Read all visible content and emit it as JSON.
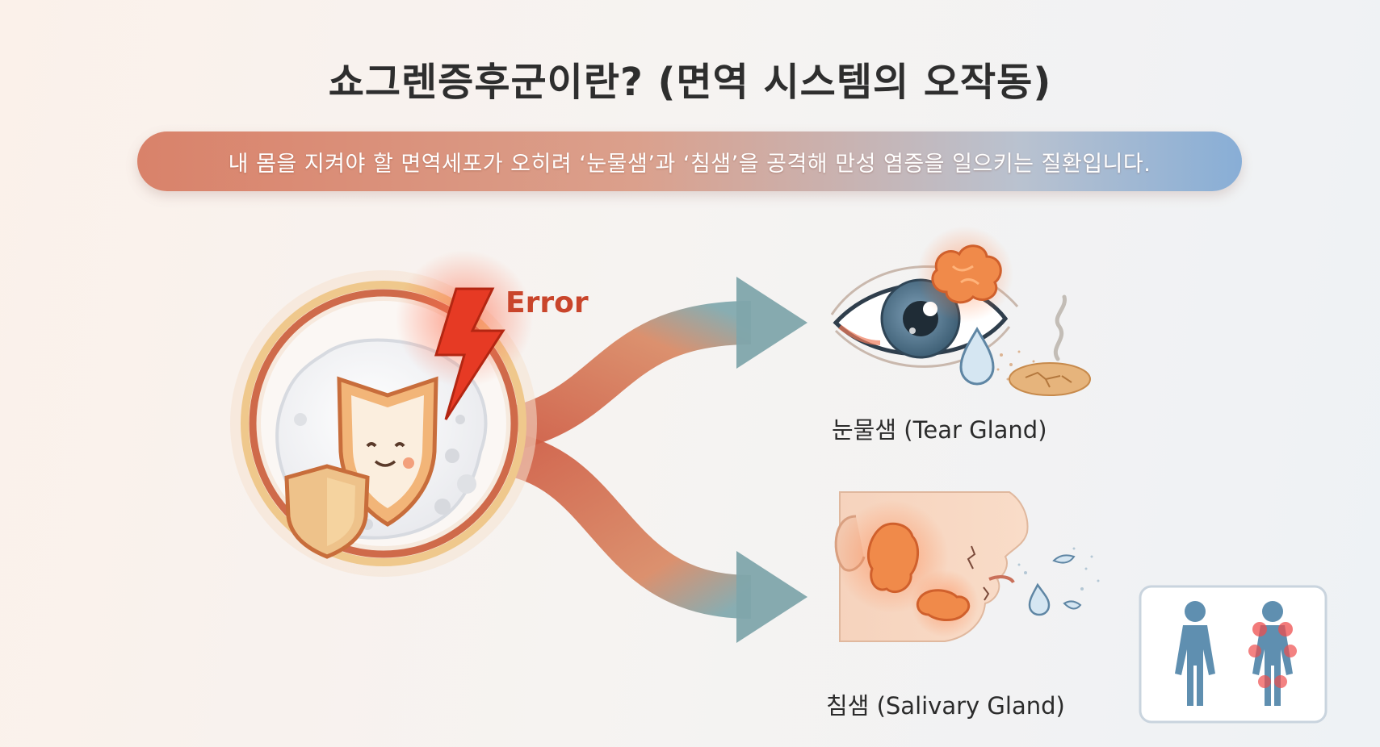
{
  "title": "쇼그렌증후군이란? (면역 시스템의 오작동)",
  "subtitle": "내 몸을 지켜야 할 면역세포가 오히려 ‘눈물샘’과 ‘침샘’을 공격해 만성 염증을 일으키는 질환입니다.",
  "error_label": "Error",
  "targets": {
    "tear_gland": "눈물샘 (Tear Gland)",
    "salivary_gland": "침샘 (Salivary Gland)"
  },
  "colors": {
    "arrow": "#d9694a",
    "arrow_tip": "#6fa3ad",
    "inflammation": "#f0703c",
    "shield": "#e7a25b",
    "body_icon": "#5f8fb0"
  }
}
